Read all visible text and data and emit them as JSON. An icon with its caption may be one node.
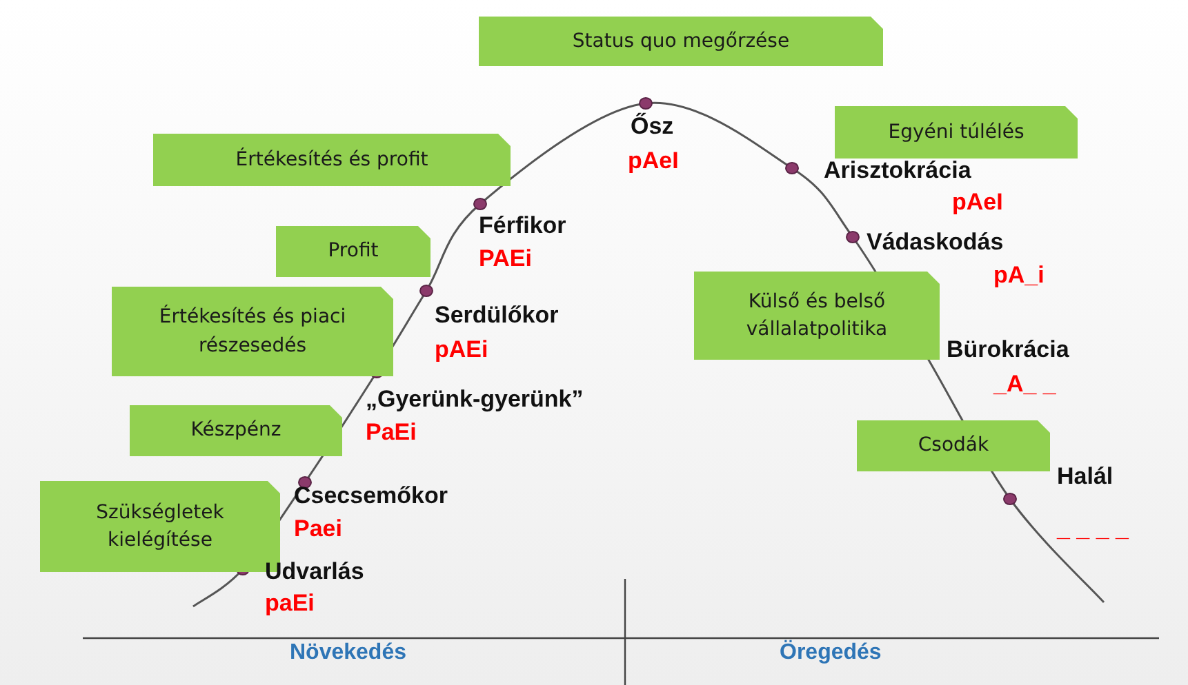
{
  "diagram": {
    "nodes": [
      {
        "text": [
          "Status quo megőrzése"
        ]
      },
      {
        "text": [
          "Értékesítés és profit"
        ]
      },
      {
        "text": [
          "Egyéni túlélés"
        ]
      },
      {
        "text": [
          "Profit"
        ]
      },
      {
        "text": [
          "Értékesítés és piaci részesedés"
        ]
      },
      {
        "text": [
          "Külső és belső vállalatpolitika"
        ]
      },
      {
        "text": [
          "Készpénz"
        ]
      },
      {
        "text": [
          "Csodák"
        ]
      },
      {
        "text": [
          "Szükségletek kielégítése"
        ]
      }
    ],
    "labels": [
      "Ősz",
      "pAeI",
      "Arisztokrácia",
      "pAeI",
      "Férfikor",
      "PAEi",
      "Vádaskodás",
      "pA_i",
      "Serdülőkor",
      "pAEi",
      "Bürokrácia",
      "_A_ _",
      "„Gyerünk-gyerünk”",
      "PaEi",
      "Halál",
      "_ _ _ _",
      "Csecsemőkor",
      "Paei",
      "Udvarlás",
      "paEi",
      "Növekedés",
      "Öregedés"
    ]
  }
}
